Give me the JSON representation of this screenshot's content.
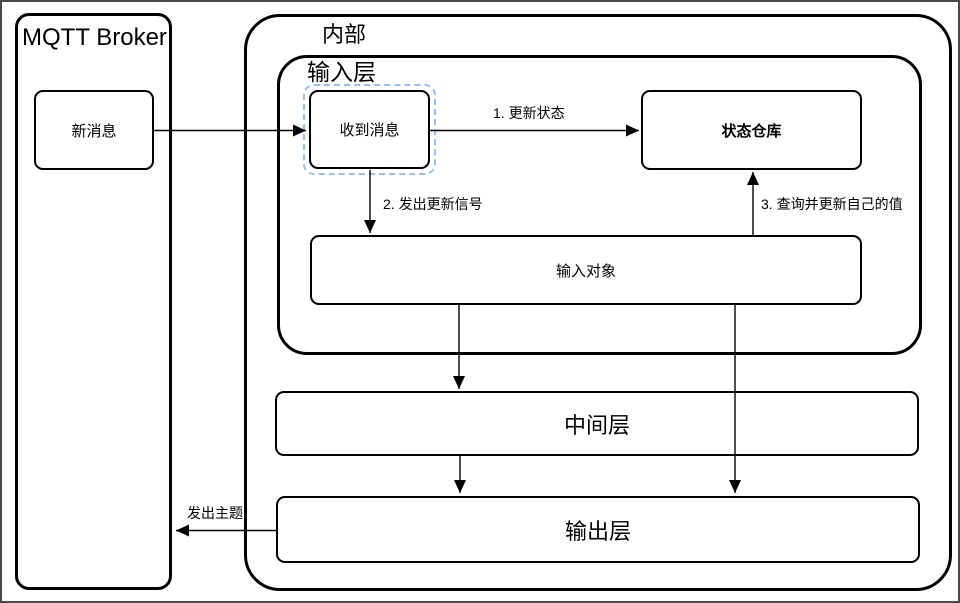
{
  "broker": {
    "title": "MQTT Broker",
    "new_message_label": "新消息"
  },
  "internal": {
    "label": "内部",
    "input_layer": {
      "label": "输入层",
      "received_message_label": "收到消息",
      "received_message_selected": true,
      "state_store_label": "状态仓库",
      "input_objects_label": "输入对象"
    },
    "middle_layer_label": "中间层",
    "output_layer_label": "输出层"
  },
  "edge_labels": {
    "update_state": "1. 更新状态",
    "emit_update_signal": "2. 发出更新信号",
    "query_and_update_own_value": "3. 查询并更新自己的值",
    "publish_topic": "发出主题"
  },
  "colors": {
    "stroke": "#000000",
    "selection_dash": "#9cbde6",
    "canvas_border": "#4a4a4a",
    "background": "#ffffff"
  }
}
